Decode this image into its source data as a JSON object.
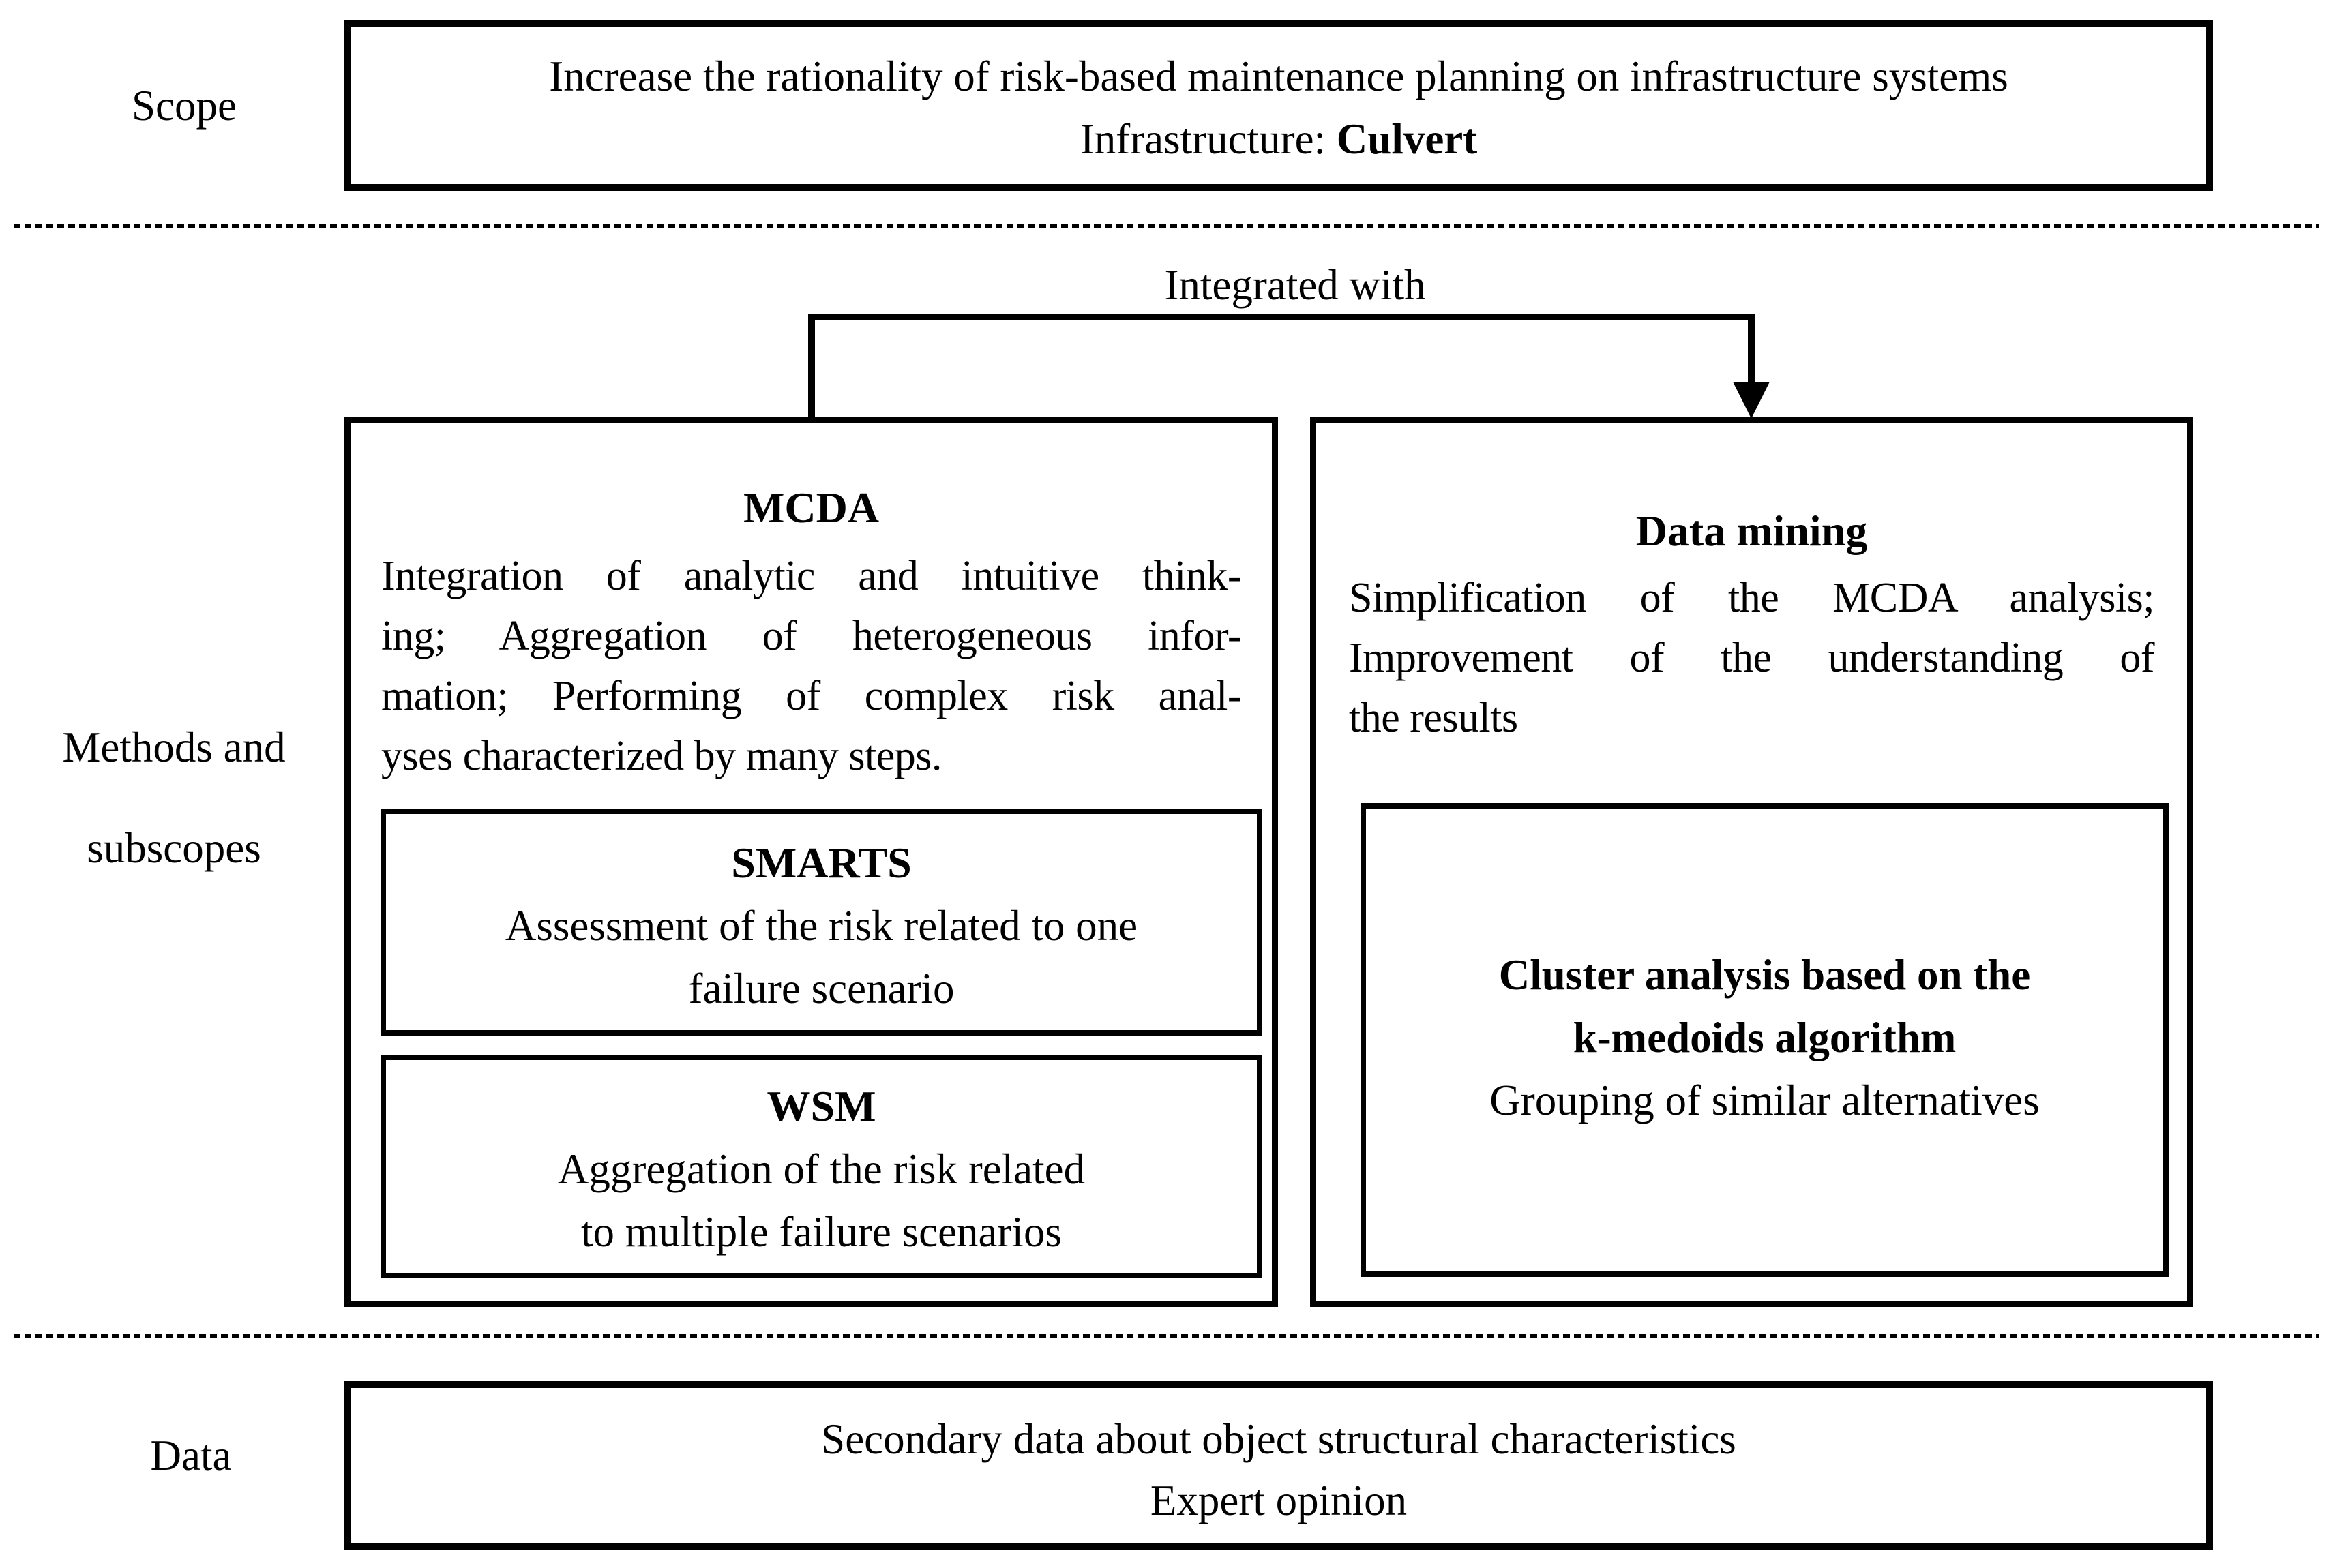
{
  "colors": {
    "ink": "#000000",
    "paper": "#ffffff"
  },
  "labels": {
    "scope": "Scope",
    "methods_line1": "Methods and",
    "methods_line2": "subscopes",
    "data": "Data"
  },
  "scope_box": {
    "line1": "Increase the rationality of risk-based maintenance planning on infrastructure systems",
    "line2_prefix": "Infrastructure: ",
    "line2_bold": "Culvert"
  },
  "connector": {
    "label": "Integrated with"
  },
  "mcda": {
    "title": "MCDA",
    "description_lines": [
      "Integration of analytic and intuitive think-",
      "ing; Aggregation of heterogeneous infor-",
      "mation; Performing of complex risk anal-",
      "yses characterized by many steps."
    ],
    "smarts": {
      "title": "SMARTS",
      "lines": [
        "Assessment of the risk related to one",
        "failure scenario"
      ]
    },
    "wsm": {
      "title": "WSM",
      "lines": [
        "Aggregation of the risk related",
        "to multiple failure scenarios"
      ]
    }
  },
  "data_mining": {
    "title": "Data mining",
    "description_lines": [
      "Simplification of the MCDA analysis;",
      "Improvement of the understanding of",
      "the results"
    ],
    "cluster": {
      "title_lines": [
        "Cluster analysis based on the",
        "k-medoids algorithm"
      ],
      "subtitle": "Grouping of similar alternatives"
    }
  },
  "data_box": {
    "line1": "Secondary data about object structural characteristics",
    "line2": "Expert opinion"
  }
}
